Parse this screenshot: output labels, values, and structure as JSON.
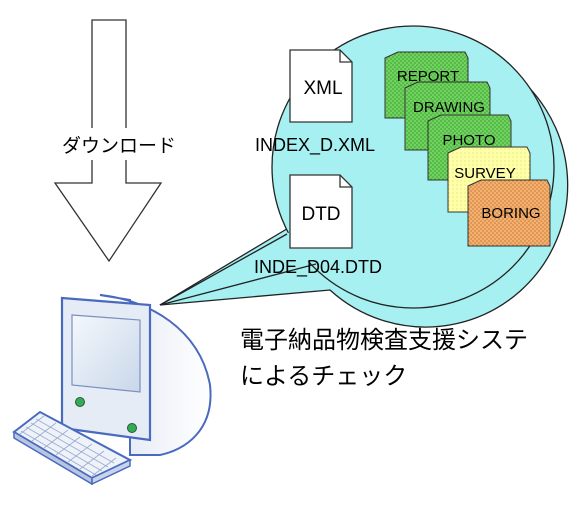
{
  "download_label": "ダウンロード",
  "caption": {
    "line1": "電子納品物検査支援システ",
    "line2": "によるチェック"
  },
  "files": {
    "xml": {
      "icon_text": "XML",
      "file_name": "INDEX_D.XML"
    },
    "dtd": {
      "icon_text": "DTD",
      "file_name": "INDE_D04.DTD"
    }
  },
  "folders": [
    {
      "label": "REPORT",
      "color": "#66cc55"
    },
    {
      "label": "DRAWING",
      "color": "#66cc55"
    },
    {
      "label": "PHOTO",
      "color": "#66cc55"
    },
    {
      "label": "SURVEY",
      "color": "#ffff99"
    },
    {
      "label": "BORING",
      "color": "#f2a860"
    }
  ],
  "colors": {
    "bubble_fill": "#a6f0f2",
    "monitor_frame": "#4a6ac0",
    "screen": "#dde8f4",
    "led": "#33aa55"
  }
}
